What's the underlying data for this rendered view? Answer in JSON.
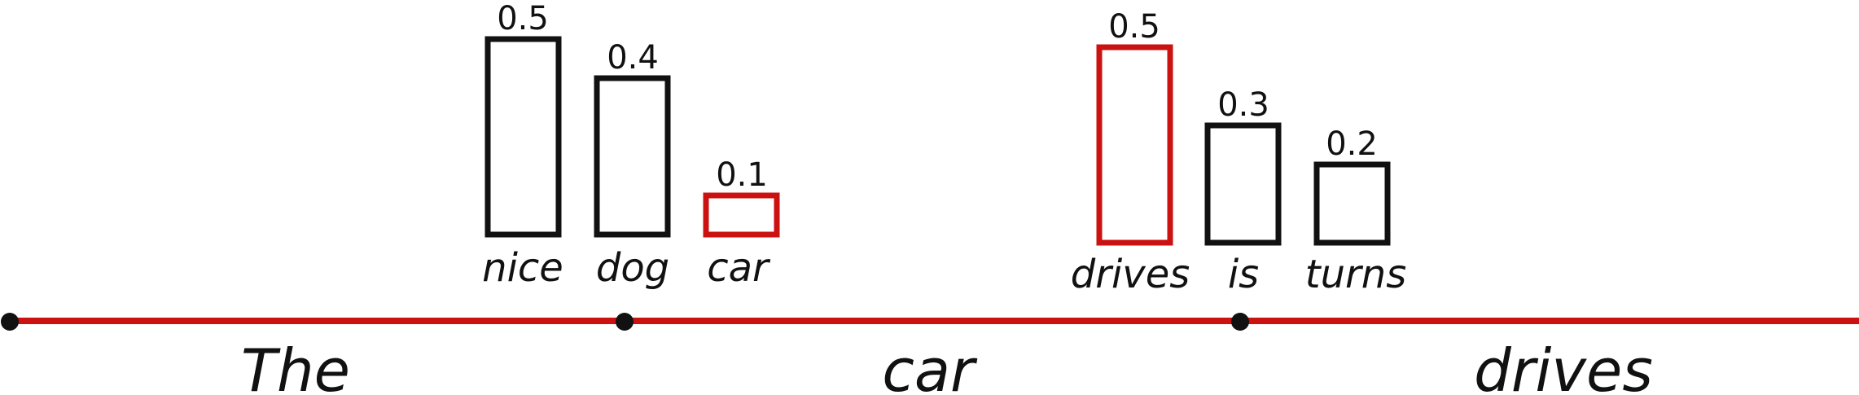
{
  "colors": {
    "line": "#cc1111",
    "selected": "#cc1111",
    "normal": "#111111",
    "node": "#111111"
  },
  "tokens": [
    "The",
    "car",
    "drives"
  ],
  "groups": [
    {
      "candidates": [
        {
          "word": "nice",
          "prob": 0.5,
          "prob_label": "0.5",
          "selected": false
        },
        {
          "word": "dog",
          "prob": 0.4,
          "prob_label": "0.4",
          "selected": false
        },
        {
          "word": "car",
          "prob": 0.1,
          "prob_label": "0.1",
          "selected": true
        }
      ]
    },
    {
      "candidates": [
        {
          "word": "drives",
          "prob": 0.5,
          "prob_label": "0.5",
          "selected": true
        },
        {
          "word": "is",
          "prob": 0.3,
          "prob_label": "0.3",
          "selected": false
        },
        {
          "word": "turns",
          "prob": 0.2,
          "prob_label": "0.2",
          "selected": false
        }
      ]
    }
  ]
}
